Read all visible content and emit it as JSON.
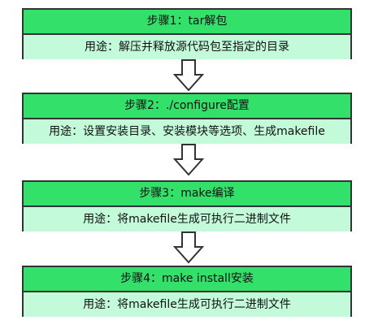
{
  "steps": [
    {
      "title": "步骤1：tar解包",
      "desc": "用途：解压并释放源代码包至指定的目录"
    },
    {
      "title": "步骤2：./configure配置",
      "desc": "用途：设置安装目录、安装模块等选项、生成makefile"
    },
    {
      "title": "步骤3：make编译",
      "desc": "用途：将makefile生成可执行二进制文件"
    },
    {
      "title": "步骤4：make install安装",
      "desc": "用途：将makefile生成可执行二进制文件"
    }
  ],
  "colors": {
    "title_bg": "#33e06a",
    "desc_bg": "#c2fada",
    "border": "#333333"
  }
}
